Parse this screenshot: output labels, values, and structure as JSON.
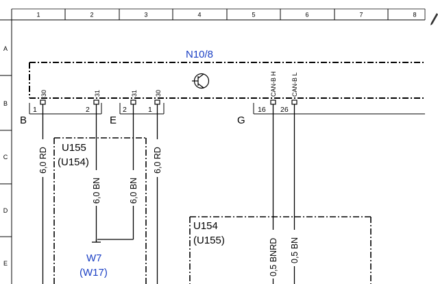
{
  "grid": {
    "columns": [
      "1",
      "2",
      "3",
      "4",
      "5",
      "6",
      "7",
      "8"
    ],
    "rows": [
      "A",
      "B",
      "C",
      "D",
      "E"
    ]
  },
  "components": {
    "n10_8": {
      "label": "N10/8",
      "color": "#1a3fc4"
    },
    "u155_box": {
      "label": "U155",
      "sublabel": "(U154)"
    },
    "u154_box": {
      "label": "U154",
      "sublabel": "(U155)"
    },
    "w7": {
      "label": "W7",
      "sublabel": "(W17)",
      "color": "#1a3fc4"
    }
  },
  "connectors": {
    "B": {
      "label": "B",
      "pins": [
        "1",
        "2"
      ]
    },
    "E": {
      "label": "E",
      "pins": [
        "2",
        "1"
      ]
    },
    "G": {
      "label": "G",
      "pins": [
        "16",
        "26"
      ]
    }
  },
  "terminals": [
    "30",
    "31",
    "31",
    "30",
    "CAN-B H",
    "CAN-B L"
  ],
  "wires": {
    "w1": "6,0 RD",
    "w2": "6,0 BN",
    "w3": "6,0 BN",
    "w4": "6,0 RD",
    "w5": "0,5 BNRD",
    "w6": "0,5 BN"
  },
  "colors": {
    "line": "#000000",
    "blue_label": "#1a3fc4"
  }
}
